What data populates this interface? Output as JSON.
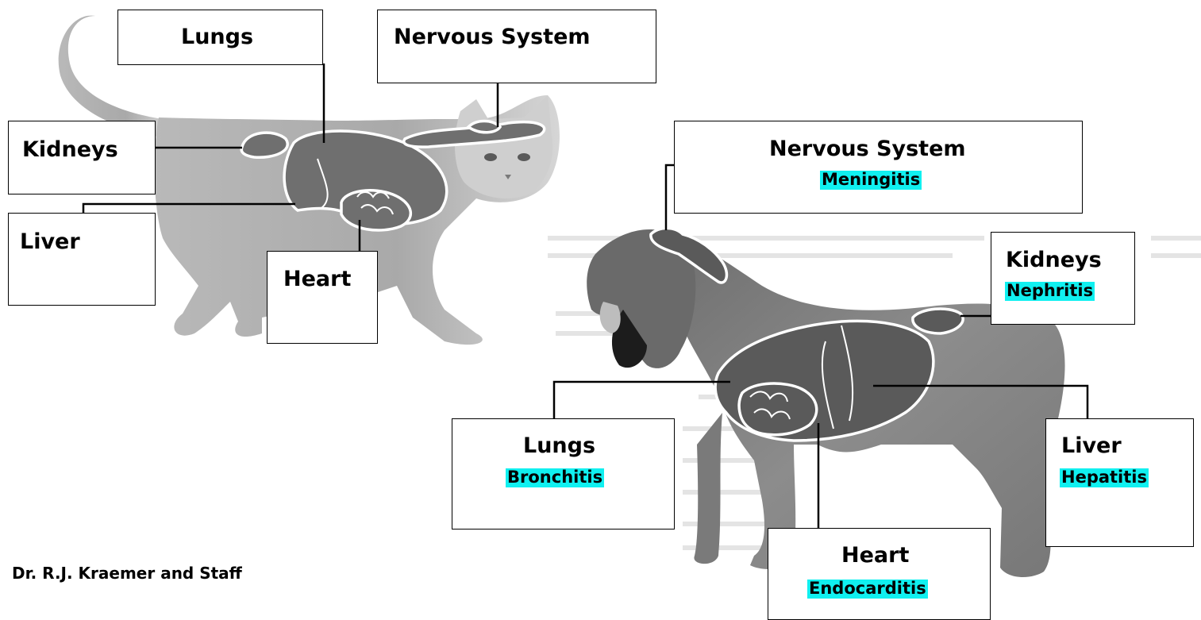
{
  "cat_labels": {
    "lungs": "Lungs",
    "nervous_system": "Nervous System",
    "kidneys": "Kidneys",
    "liver": "Liver",
    "heart": "Heart"
  },
  "dog_labels": {
    "nervous_system": {
      "organ": "Nervous System",
      "disease": "Meningitis"
    },
    "kidneys": {
      "organ": "Kidneys",
      "disease": "Nephritis"
    },
    "lungs": {
      "organ": "Lungs",
      "disease": "Bronchitis"
    },
    "heart": {
      "organ": "Heart",
      "disease": "Endocarditis"
    },
    "liver": {
      "organ": "Liver",
      "disease": "Hepatitis"
    }
  },
  "credit": "Dr. R.J. Kraemer and Staff",
  "colors": {
    "highlight": "#10f0f0",
    "box_border": "#000000",
    "organ_outline": "#ffffff",
    "animal_body": "#8a8a8a"
  }
}
